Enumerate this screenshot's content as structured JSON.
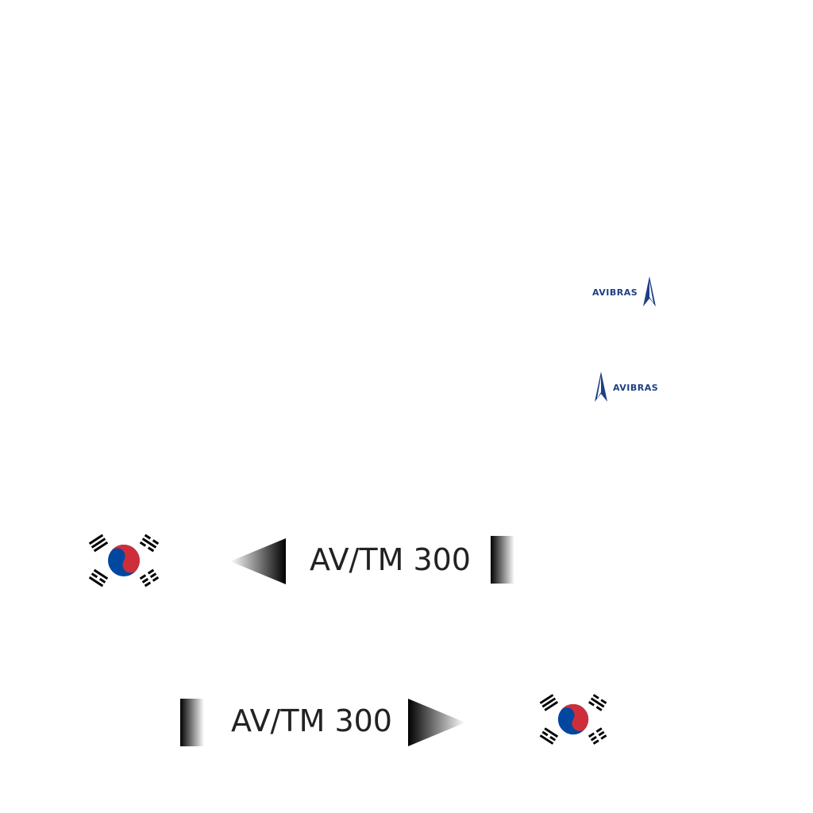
{
  "logos": {
    "brand": "AVIBRAS",
    "color": "#1f3f86"
  },
  "labels": {
    "top": "AV/TM 300",
    "bottom": "AV/TM 300"
  },
  "colors": {
    "flag_red": "#cd2e3a",
    "flag_blue": "#0047a0",
    "flag_black": "#000000",
    "label_text": "#222222"
  },
  "icons": {
    "rocket": "rocket-icon",
    "arrow_left": "triangle-left-icon",
    "arrow_right": "triangle-right-icon",
    "flag": "south-korea-flag-icon"
  }
}
